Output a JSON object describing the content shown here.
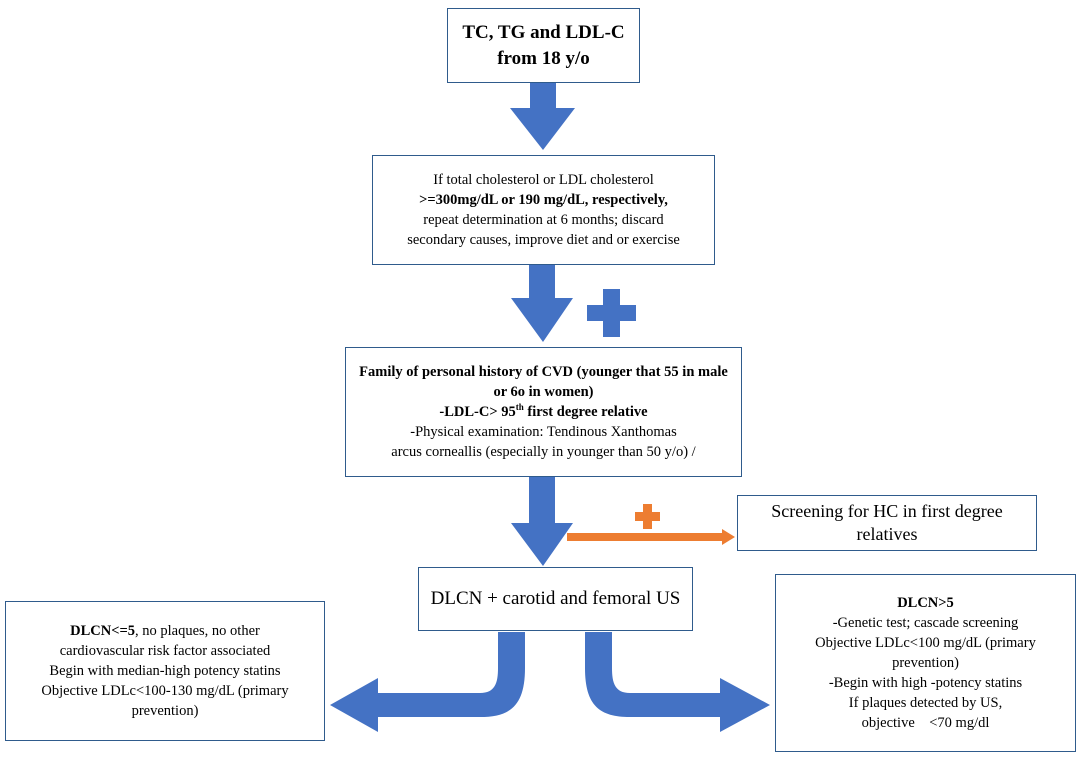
{
  "box_top": {
    "line1": "TC, TG and LDL-C",
    "line2": "from 18 y/o"
  },
  "box_repeat": {
    "line1": "If total cholesterol or LDL cholesterol",
    "line2": ">=300mg/dL or 190 mg/dL, respectively,",
    "line3": "repeat determination at 6 months; discard",
    "line4": "secondary causes, improve diet and or exercise"
  },
  "box_history": {
    "line1": "Family of personal history of CVD (younger that 55 in male",
    "line2": "or 6o in women)",
    "line3_pre": "-LDL-C> 95",
    "line3_sup": "th",
    "line3_post": " first degree relative",
    "line4": "-Physical examination: Tendinous Xanthomas",
    "line5": "arcus corneallis (especially in younger than 50 y/o) /"
  },
  "box_dlcn": {
    "text": "DLCN + carotid and femoral US"
  },
  "box_screening": {
    "line1": "Screening for HC in first degree",
    "line2": "relatives"
  },
  "box_left": {
    "line1_bold": "DLCN<=5",
    "line1_rest": ", no plaques, no other",
    "line2": "cardiovascular risk factor associated",
    "line3": "Begin with median-high potency statins",
    "line4": "Objective LDLc<100-130 mg/dL (primary",
    "line5": "prevention)"
  },
  "box_right": {
    "line1": "DLCN>5",
    "line2": "-Genetic test; cascade screening",
    "line3": "Objective LDLc<100 mg/dL (primary",
    "line4": "prevention)",
    "line5": "-Begin with high -potency statins",
    "line6": "If plaques detected by US,",
    "line7": "objective    <70 mg/dl"
  },
  "colors": {
    "arrow_blue": "#4472c4",
    "box_border": "#2f5b8c",
    "orange": "#ed7d31"
  }
}
